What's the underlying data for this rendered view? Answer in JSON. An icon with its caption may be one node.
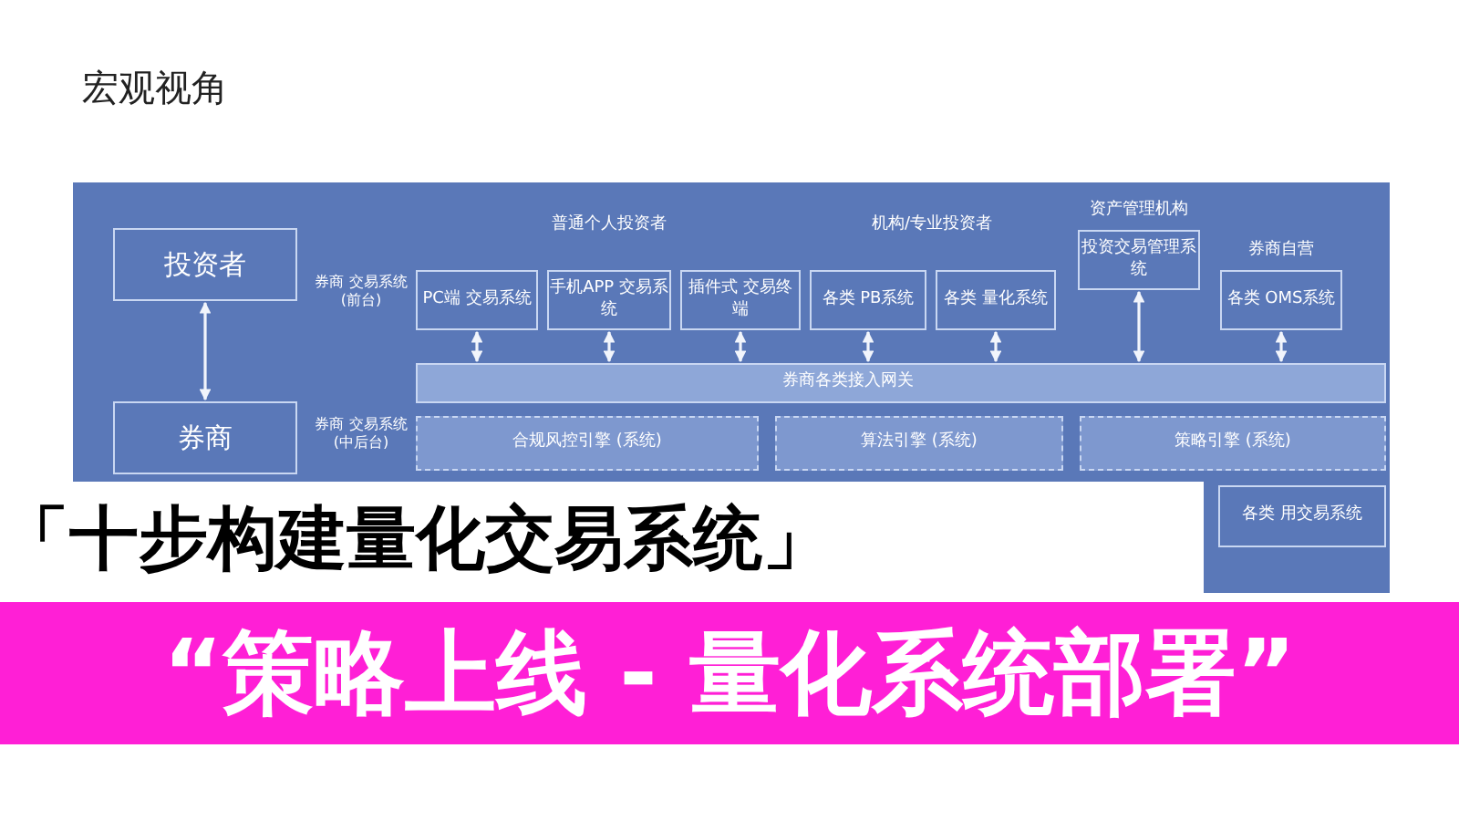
{
  "diagram": {
    "title": "宏观视角",
    "nodes": [
      {
        "text": [
          "投资者"
        ]
      },
      {
        "text": [
          "券商"
        ]
      },
      {
        "text": [
          "PC端 交易系统"
        ]
      },
      {
        "text": [
          "手机APP 交易系统"
        ]
      },
      {
        "text": [
          "插件式 交易终端"
        ]
      },
      {
        "text": [
          "各类 PB系统"
        ]
      },
      {
        "text": [
          "各类 量化系统"
        ]
      },
      {
        "text": [
          "投资交易管理系统"
        ],
        "beside": [
          "资产管理机构"
        ]
      },
      {
        "text": [
          "各类 OMS系统"
        ],
        "beside": [
          "券商自营"
        ]
      },
      {
        "text": [
          "券商各类接入网关"
        ]
      },
      {
        "text": [
          "合规风控引擎 (系统)"
        ]
      },
      {
        "text": [
          "算法引擎 (系统)"
        ]
      },
      {
        "text": [
          "策略引擎 (系统)"
        ]
      },
      {
        "text": [
          "各类 用交易系统"
        ]
      }
    ],
    "edges": [
      {
        "from": 0,
        "to": 1,
        "arrow": "both"
      },
      {
        "from": 2,
        "to": 9,
        "arrow": "both"
      },
      {
        "from": 3,
        "to": 9,
        "arrow": "both"
      },
      {
        "from": 4,
        "to": 9,
        "arrow": "both"
      },
      {
        "from": 5,
        "to": 9,
        "arrow": "both"
      },
      {
        "from": 6,
        "to": 9,
        "arrow": "both"
      },
      {
        "from": 7,
        "to": 9,
        "arrow": "both"
      },
      {
        "from": 8,
        "to": 9,
        "arrow": "both"
      }
    ],
    "labels": [
      "普通个人投资者",
      "机构/专业投资者",
      "券商 交易系统 (前台)",
      "券商 交易系统 (中后台)",
      "「十步构建量化交易系统」",
      "“策略上线 - 量化系统部署”"
    ]
  }
}
